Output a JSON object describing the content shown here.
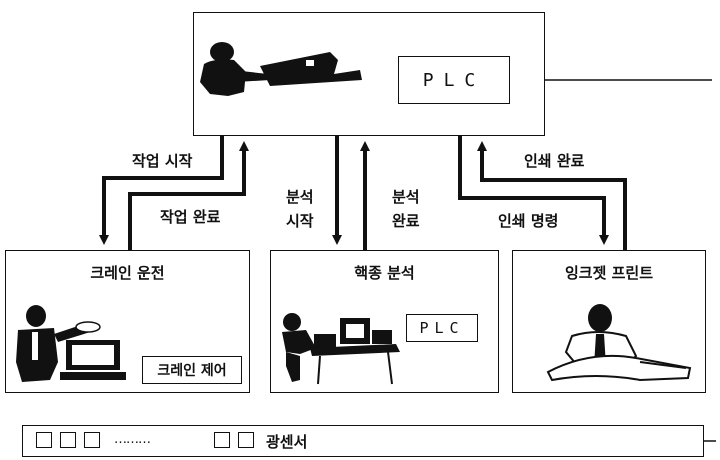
{
  "top_station": {
    "plc_label": "PLC",
    "operator_icon": "operator-at-desk-icon"
  },
  "stations": {
    "crane": {
      "title": "크레인 운전",
      "control_label": "크레인 제어",
      "icon": "crane-operator-icon"
    },
    "analysis": {
      "title": "핵종 분석",
      "plc_label": "PLC",
      "icon": "analyst-at-desk-icon"
    },
    "inkjet": {
      "title": "잉크젯 프린트",
      "icon": "printer-operator-icon"
    }
  },
  "signals": {
    "crane_start": "작업 시작",
    "crane_complete": "작업 완료",
    "analysis_start_line1": "분석",
    "analysis_start_line2": "시작",
    "analysis_complete_line1": "분석",
    "analysis_complete_line2": "완료",
    "print_complete": "인쇄 완료",
    "print_command": "인쇄 명령"
  },
  "sensor_bar": {
    "dots": "………",
    "label": "광센서"
  }
}
